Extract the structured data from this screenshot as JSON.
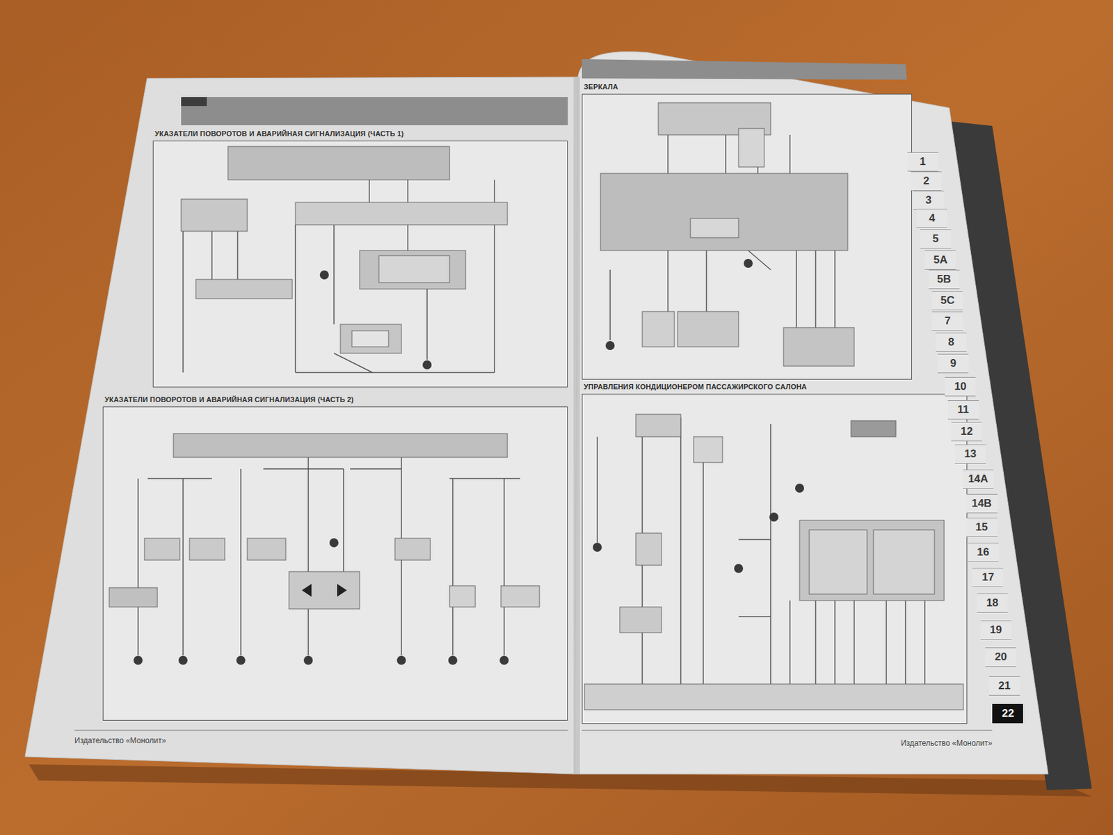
{
  "diagram": {
    "nodes": [
      {
        "text": [
          "УКАЗАТЕЛИ ПОВОРОТОВ И АВАРИЙНАЯ СИГНАЛИЗАЦИЯ (ЧАСТЬ 1)"
        ]
      },
      {
        "text": [
          "УКАЗАТЕЛИ ПОВОРОТОВ И АВАРИЙНАЯ СИГНАЛИЗАЦИЯ (ЧАСТЬ 2)"
        ]
      },
      {
        "text": [
          "ЗЕРКАЛА"
        ]
      },
      {
        "text": [
          "УПРАВЛЕНИЯ КОНДИЦИОНЕРОМ ПАССАЖИРСКОГО САЛОНА"
        ]
      },
      {
        "text": [
          "1"
        ]
      },
      {
        "text": [
          "2"
        ]
      },
      {
        "text": [
          "3"
        ]
      },
      {
        "text": [
          "4"
        ]
      },
      {
        "text": [
          "5"
        ]
      },
      {
        "text": [
          "5A"
        ]
      },
      {
        "text": [
          "5B"
        ]
      },
      {
        "text": [
          "5C"
        ]
      },
      {
        "text": [
          "7"
        ]
      },
      {
        "text": [
          "8"
        ]
      },
      {
        "text": [
          "9"
        ]
      },
      {
        "text": [
          "10"
        ]
      },
      {
        "text": [
          "11"
        ]
      },
      {
        "text": [
          "12"
        ]
      },
      {
        "text": [
          "13"
        ]
      },
      {
        "text": [
          "14A"
        ]
      },
      {
        "text": [
          "14B"
        ]
      },
      {
        "text": [
          "15"
        ]
      },
      {
        "text": [
          "16"
        ]
      },
      {
        "text": [
          "17"
        ]
      },
      {
        "text": [
          "18"
        ]
      },
      {
        "text": [
          "19"
        ]
      },
      {
        "text": [
          "20"
        ]
      },
      {
        "text": [
          "21"
        ]
      },
      {
        "text": [
          "22"
        ]
      }
    ],
    "labels": [
      "Издательство «Монолит»",
      "Издательство «Монолит»"
    ]
  }
}
